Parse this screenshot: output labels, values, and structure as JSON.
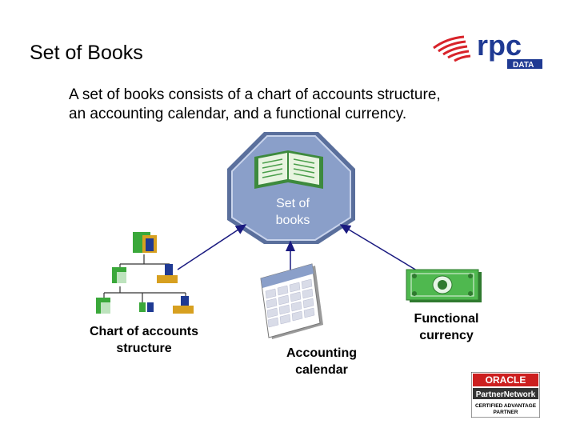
{
  "title": "Set of Books",
  "description_line1": "A set of books consists of a chart of accounts structure,",
  "description_line2": "an accounting calendar, and a functional currency.",
  "center_label_line1": "Set of",
  "center_label_line2": "books",
  "coa_label_line1": "Chart of accounts",
  "coa_label_line2": "structure",
  "calendar_label_line1": "Accounting",
  "calendar_label_line2": "calendar",
  "currency_label_line1": "Functional",
  "currency_label_line2": "currency",
  "logo": {
    "text": "rpc",
    "subtext": "DATA"
  },
  "oracle_badge": {
    "brand": "ORACLE",
    "network": "PartnerNetwork",
    "tier": "CERTIFIED ADVANTAGE",
    "role": "PARTNER"
  },
  "colors": {
    "octagon": "#8a9fc9",
    "arrow": "#1a1a80",
    "money": "#4fb84f",
    "book": "#4a9e4a",
    "logo_red": "#d8232a",
    "logo_blue": "#1f3a93"
  }
}
